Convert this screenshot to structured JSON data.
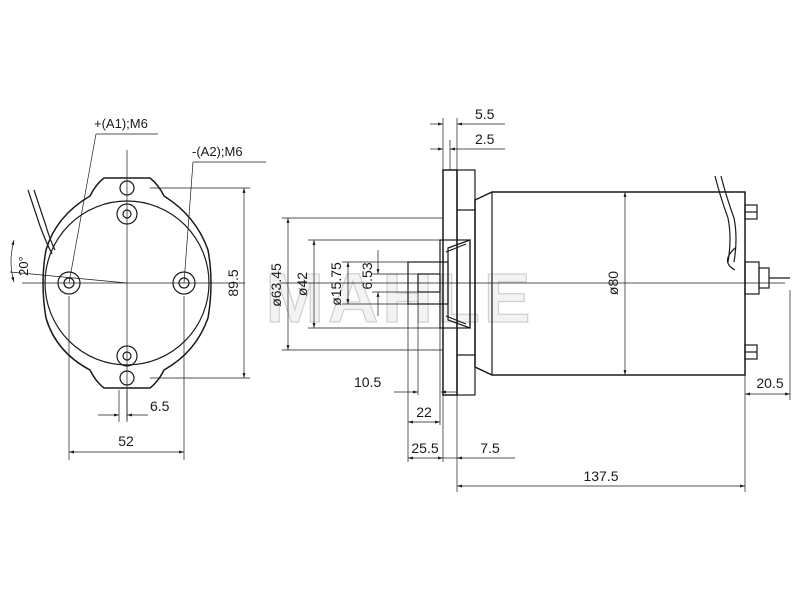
{
  "watermark": "MAHLE",
  "front_view": {
    "terminal_a1": "+(A1);M6",
    "terminal_a2": "-(A2);M6",
    "angle": "20°",
    "height": "89.5",
    "bolt_offset": "6.5",
    "width": "52"
  },
  "side_view": {
    "dim_top_1": "5.5",
    "dim_top_2": "2.5",
    "dia_flange": "ø63.45",
    "dia_pilot": "ø42",
    "dia_shaft": "ø15.75",
    "dim_key": "6.53",
    "dia_body": "ø80",
    "dim_10_5": "10.5",
    "dim_22": "22",
    "dim_25_5": "25.5",
    "dim_7_5": "7.5",
    "dim_20_5": "20.5",
    "length_total": "137.5"
  }
}
